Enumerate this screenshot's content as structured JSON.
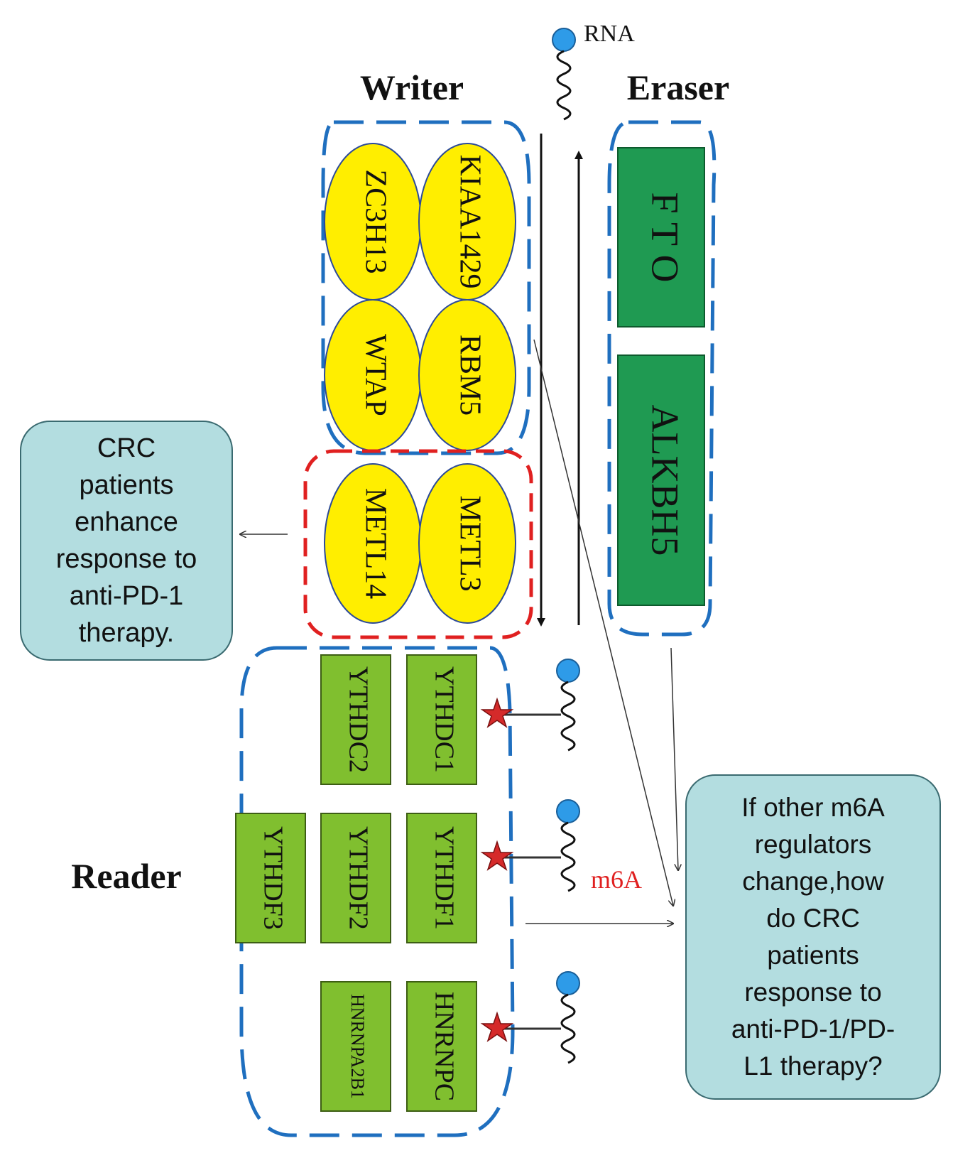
{
  "labels": {
    "rna": "RNA",
    "writer": "Writer",
    "eraser": "Eraser",
    "reader": "Reader",
    "m6a": "m6A"
  },
  "writer_proteins": [
    "ZC3H13",
    "KIAA1429",
    "WTAP",
    "RBM5",
    "METL14",
    "METL3"
  ],
  "eraser_proteins": [
    "F T O",
    "ALKBH5"
  ],
  "reader_proteins": [
    "YTHDC2",
    "YTHDC1",
    "YTHDF3",
    "YTHDF2",
    "YTHDF1",
    "HNRNPA2B1",
    "HNRNPC"
  ],
  "callouts": {
    "left": [
      "CRC",
      "patients",
      "enhance",
      "response to",
      "anti-PD-1",
      "therapy."
    ],
    "right": [
      "If other m6A",
      "regulators",
      "change,how",
      "do CRC",
      "patients",
      "response to",
      "anti-PD-1/PD-",
      "L1 therapy?"
    ]
  },
  "colors": {
    "blue_dash": "#1f6fbf",
    "red_dash": "#e02020",
    "yellow": "#ffee00",
    "green_dark": "#1f9a52",
    "green_light": "#80bf2f",
    "callout_fill": "#b3dde0",
    "rna_bead": "#2e9be8",
    "m6a_star": "#d52a2a",
    "m6a_text": "#e02020"
  }
}
